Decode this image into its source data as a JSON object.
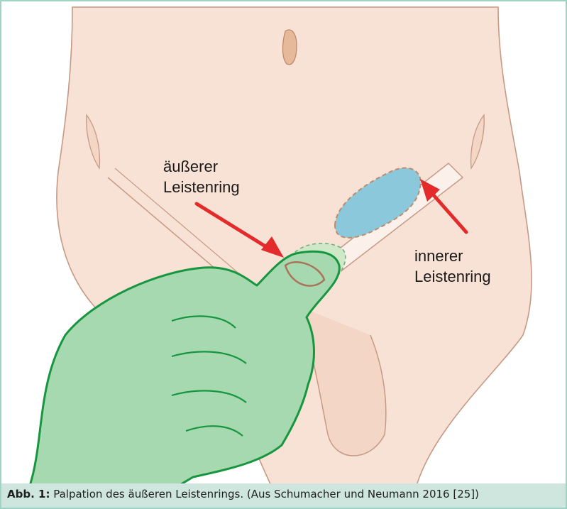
{
  "labels": {
    "outer_ring": [
      "äußerer",
      "Leistenring"
    ],
    "inner_ring": [
      "innerer",
      "Leistenring"
    ]
  },
  "caption": {
    "label": "Abb. 1:",
    "text": "Palpation des äußeren Leistenrings. (Aus Schumacher und Neumann 2016 [25])"
  },
  "colors": {
    "skin": "#f8e2d6",
    "skin_outline": "#c59a84",
    "glove": "#a7d9b0",
    "glove_outline": "#17963f",
    "hernia_sac": "#8cc8dc",
    "arrow": "#e32b2b",
    "frame": "#9fd3c4",
    "caption_bg": "#cfe6df"
  }
}
